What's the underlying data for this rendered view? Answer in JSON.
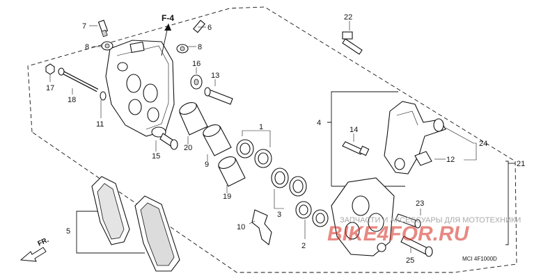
{
  "diagram": {
    "reference": "F-4",
    "front_label": "FR.",
    "figure_code": "MCI 4F1000D",
    "watermark": {
      "line1": "ЗАПЧАСТИ И АКСЕССУАРЫ ДЛЯ МОТОТЕХНИКИ",
      "line2": "BIKE4FOR.RU"
    },
    "callouts": {
      "c1": "1",
      "c2": "2",
      "c3": "3",
      "c4": "4",
      "c5": "5",
      "c6": "6",
      "c7": "7",
      "c8a": "8",
      "c8b": "8",
      "c9": "9",
      "c10": "10",
      "c11": "11",
      "c12": "12",
      "c13": "13",
      "c14": "14",
      "c15": "15",
      "c16": "16",
      "c17": "17",
      "c18": "18",
      "c19": "19",
      "c20": "20",
      "c21": "21",
      "c22": "22",
      "c23": "23",
      "c24": "24",
      "c25": "25"
    }
  }
}
